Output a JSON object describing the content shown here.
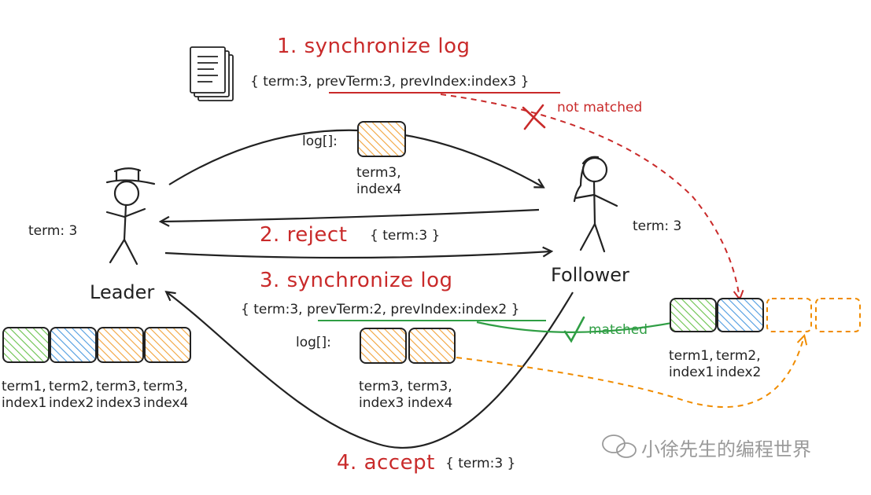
{
  "steps": {
    "s1": "1. synchronize log",
    "s2": "2. reject",
    "s3": "3. synchronize log",
    "s4": "4. accept"
  },
  "messages": {
    "m1_open": "{ term:3, ",
    "m1_under": "prevTerm:3, prevIndex:index3",
    "m1_close": " }",
    "m2": "{ term:3 }",
    "m3_open": "{ term:3, ",
    "m3_under": "prevTerm:2, prevIndex:index2",
    "m3_close": " }",
    "m4": "{ term:3 }"
  },
  "annotations": {
    "not_matched": "not matched",
    "matched": "matched"
  },
  "roles": {
    "leader": "Leader",
    "follower": "Follower",
    "leader_term": "term: 3",
    "follower_term": "term: 3"
  },
  "log_label": "log[]:",
  "msg1_log": [
    {
      "term": "term3,",
      "index": "index4",
      "color": "#f2a33a"
    }
  ],
  "msg3_log": [
    {
      "term": "term3,",
      "index": "index3",
      "color": "#f2a33a"
    },
    {
      "term": "term3,",
      "index": "index4",
      "color": "#f2a33a"
    }
  ],
  "leader_log": [
    {
      "term": "term1,",
      "index": "index1",
      "color": "#69c24c"
    },
    {
      "term": "term2,",
      "index": "index2",
      "color": "#4d9be0"
    },
    {
      "term": "term3,",
      "index": "index3",
      "color": "#f2a33a"
    },
    {
      "term": "term3,",
      "index": "index4",
      "color": "#f2a33a"
    }
  ],
  "follower_log": [
    {
      "term": "term1,",
      "index": "index1",
      "color": "#69c24c"
    },
    {
      "term": "term2,",
      "index": "index2",
      "color": "#4d9be0"
    }
  ],
  "watermark": "小徐先生的编程世界",
  "colors": {
    "red": "#c92a2a",
    "green": "#2f9e44",
    "orange": "#f08c00",
    "ink": "#222222"
  }
}
